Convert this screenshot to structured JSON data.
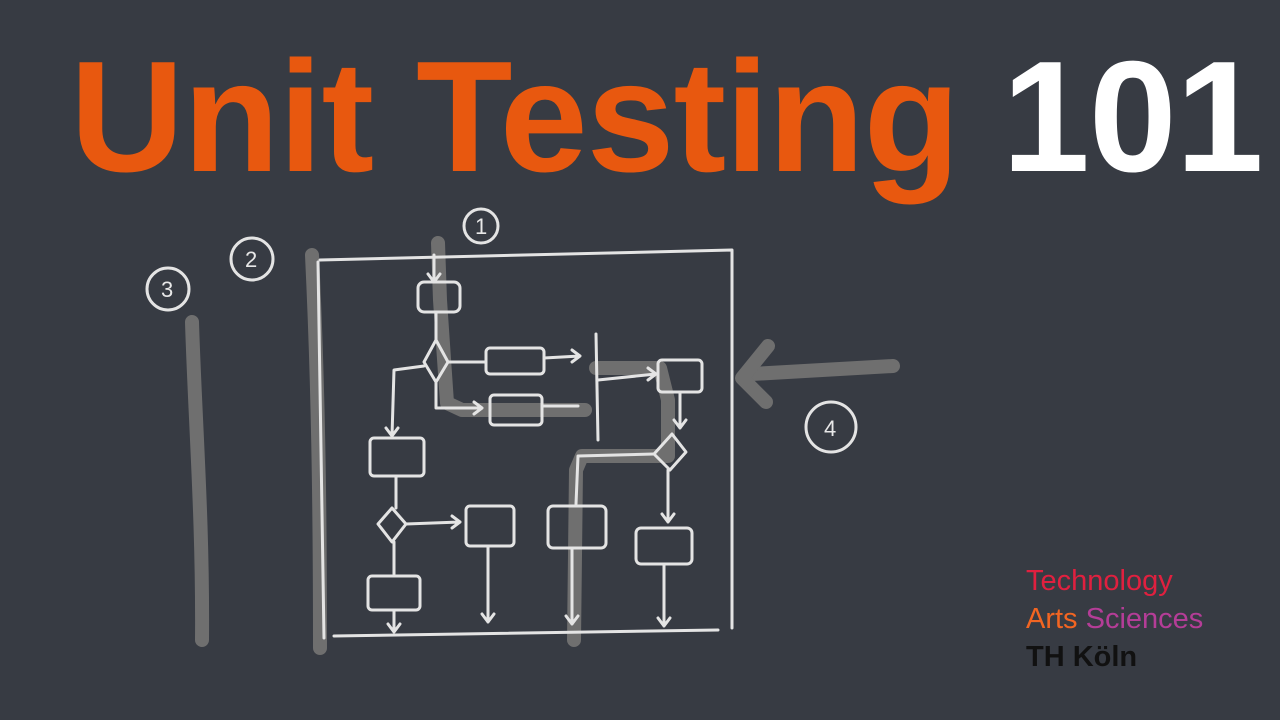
{
  "title": {
    "main": "Unit Testing",
    "number": "101"
  },
  "labels": [
    "1",
    "2",
    "3",
    "4"
  ],
  "logo": {
    "line1": "Technology",
    "line2_a": "Arts",
    "line2_b": "Sciences",
    "line3": "TH Köln"
  },
  "colors": {
    "background": "#373b43",
    "title_accent": "#e8580f",
    "title_number": "#ffffff",
    "sketch_line": "#e4e4e4",
    "highlight": "#6e6e6e"
  }
}
